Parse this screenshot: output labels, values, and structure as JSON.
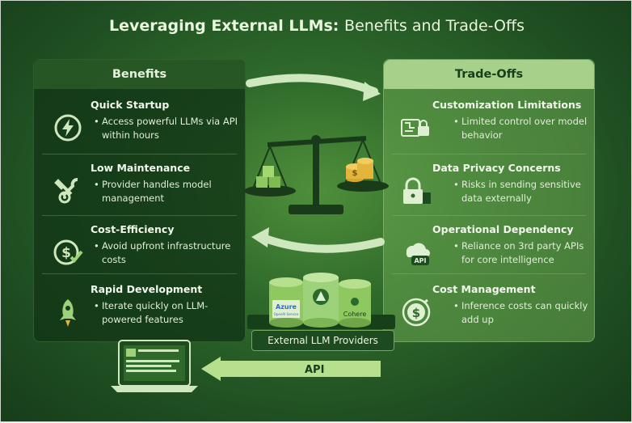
{
  "title": {
    "strong": "Leveraging External LLMs:",
    "rest": "Benefits and Trade-Offs"
  },
  "benefits": {
    "heading": "Benefits",
    "items": [
      {
        "title": "Quick Startup",
        "desc": "Access powerful LLMs via API within hours",
        "icon": "lightning-icon"
      },
      {
        "title": "Low Maintenance",
        "desc": "Provider handles model management",
        "icon": "wrench-gear-icon"
      },
      {
        "title": "Cost-Efficiency",
        "desc": "Avoid upfront infrastructure costs",
        "icon": "dollar-check-icon"
      },
      {
        "title": "Rapid Development",
        "desc": "Iterate quickly on LLM-powered features",
        "icon": "rocket-icon"
      }
    ]
  },
  "tradeoffs": {
    "heading": "Trade-Offs",
    "items": [
      {
        "title": "Customization Limitations",
        "desc": "Limited control over model behavior",
        "icon": "circuit-lock-icon"
      },
      {
        "title": "Data Privacy Concerns",
        "desc": "Risks in sending sensitive data externally",
        "icon": "padlock-icon"
      },
      {
        "title": "Operational Dependency",
        "desc": "Reliance on 3rd party APIs for core intelligence",
        "icon": "cloud-api-icon"
      },
      {
        "title": "Cost Management",
        "desc": "Inference costs can quickly add up",
        "icon": "dollar-gauge-icon"
      }
    ]
  },
  "providers": {
    "label": "External LLM Providers",
    "azure_name": "Azure",
    "azure_sub": "OpenAI Service",
    "cohere_name": "Cohere"
  },
  "api_label": "API",
  "api_badge": "API",
  "colors": {
    "accent_light": "#a7d08a",
    "dark_panel": "#123616",
    "gold": "#e3b53b"
  }
}
